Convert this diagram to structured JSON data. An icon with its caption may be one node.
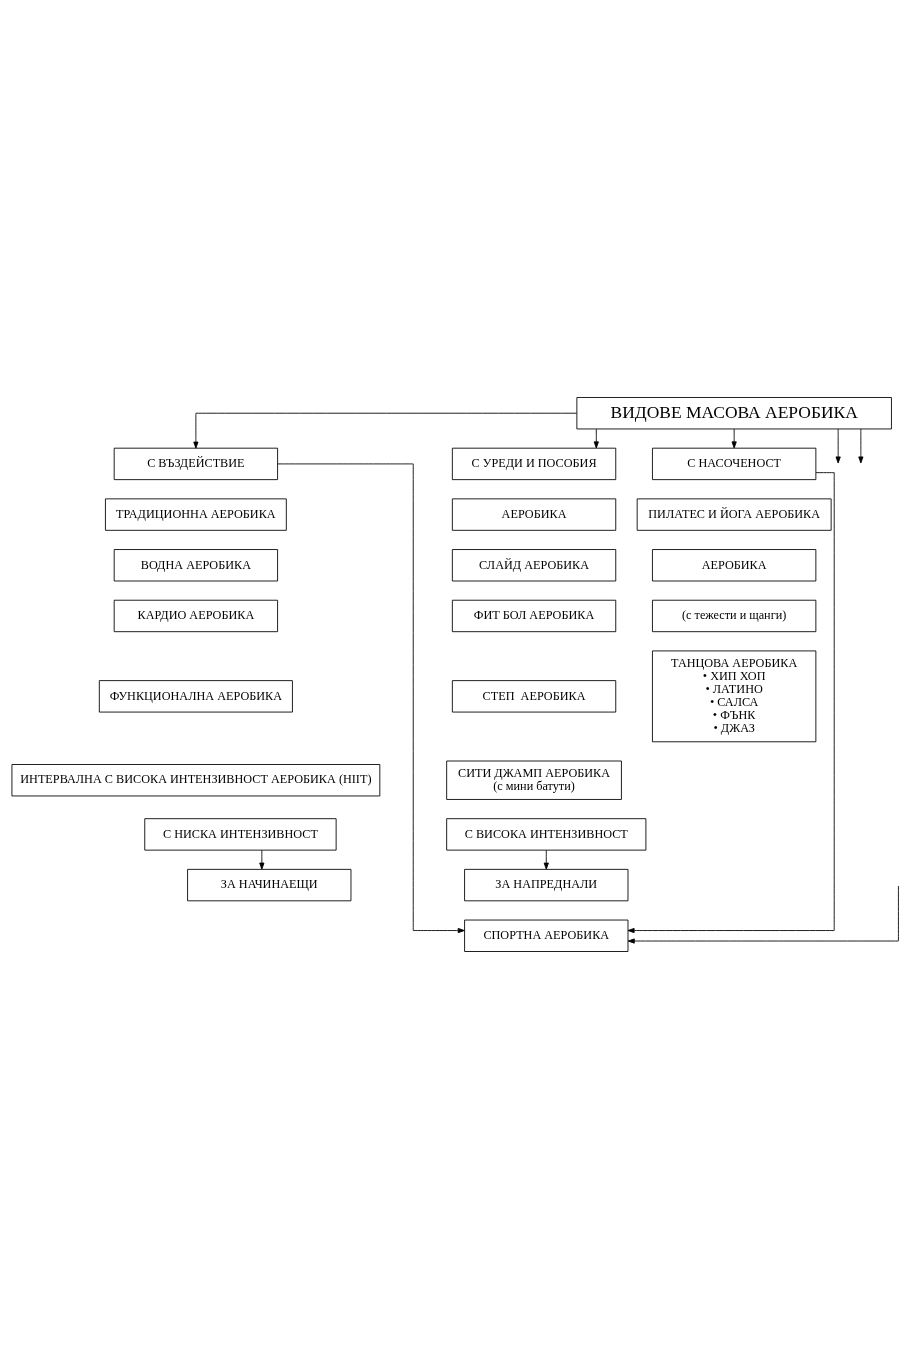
{
  "diagram": {
    "nodes": [
      {
        "text": [
          "ВИДОВЕ МАСОВА АЕРОБИКА"
        ]
      },
      {
        "text": [
          "С ВЪЗДЕЙСТВИЕ"
        ]
      },
      {
        "text": [
          "С УРЕДИ И ПОСОБИЯ"
        ]
      },
      {
        "text": [
          "С НАСОЧЕНОСТ"
        ]
      },
      {
        "text": [
          "ТРАДИЦИОННА АЕРОБИКА"
        ]
      },
      {
        "text": [
          "ВОДНА АЕРОБИКА"
        ]
      },
      {
        "text": [
          "КАРДИО АЕРОБИКА"
        ]
      },
      {
        "text": [
          "ФУНКЦИОНАЛНА АЕРОБИКА"
        ]
      },
      {
        "text": [
          "ИНТЕРВАЛНА С ВИСОКА ИНТЕНЗИВНОСТ АЕРОБИКА (HIIT)"
        ]
      },
      {
        "text": [
          "АЕРОБИКА"
        ]
      },
      {
        "text": [
          "СЛАЙД АЕРОБИКА"
        ]
      },
      {
        "text": [
          "ФИТ БОЛ АЕРОБИКА"
        ]
      },
      {
        "text": [
          "СТЕП  АЕРОБИКА"
        ]
      },
      {
        "text": [
          "СИТИ ДЖАМП АЕРОБИКА",
          "(с мини батути)"
        ]
      },
      {
        "text": [
          "ПИЛАТЕС И ЙОГА АЕРОБИКА"
        ]
      },
      {
        "text": [
          "АЕРОБИКА"
        ]
      },
      {
        "text": [
          "(с тежести и щанги)"
        ]
      },
      {
        "text": [
          "ТАНЦОВА АЕРОБИКА",
          "• ХИП ХОП",
          "• ЛАТИНО",
          "• САЛСА",
          "• ФЪНК",
          "• ДЖАЗ"
        ]
      },
      {
        "text": [
          "С НИСКА ИНТЕНЗИВНОСТ"
        ]
      },
      {
        "text": [
          "С ВИСОКА ИНТЕНЗИВНОСТ"
        ]
      },
      {
        "text": [
          "ЗА НАЧИНАЕЩИ"
        ]
      },
      {
        "text": [
          "ЗА НАПРЕДНАЛИ"
        ]
      },
      {
        "text": [
          "СПОРТНА АЕРОБИКА"
        ]
      }
    ],
    "edges": [
      {
        "from": 0,
        "to": 1,
        "arrow": "to"
      },
      {
        "from": 0,
        "to": 2,
        "arrow": "to"
      },
      {
        "from": 0,
        "to": 3,
        "arrow": "to"
      },
      {
        "from": 0,
        "to": null,
        "arrow": "to"
      },
      {
        "from": 0,
        "to": null,
        "arrow": "to"
      },
      {
        "from": 1,
        "to": 22,
        "arrow": "to"
      },
      {
        "from": 3,
        "to": 22,
        "arrow": "to"
      },
      {
        "from": null,
        "to": 22,
        "arrow": "to"
      },
      {
        "from": 18,
        "to": 20,
        "arrow": "to"
      },
      {
        "from": 19,
        "to": 21,
        "arrow": "to"
      }
    ]
  }
}
